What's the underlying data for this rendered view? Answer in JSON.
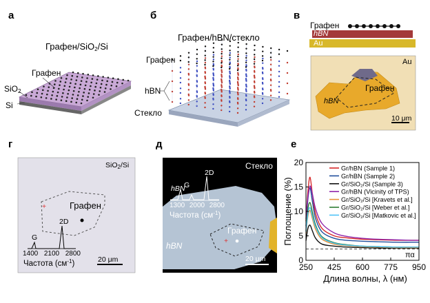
{
  "panels": {
    "a": {
      "letter": "а",
      "title": "Графен/SiO",
      "title_sub": "2",
      "title_tail": "/Si",
      "label_graphene": "Графен",
      "label_sio2": "SiO",
      "label_sio2_sub": "2",
      "label_si": "Si"
    },
    "b": {
      "letter": "б",
      "title": "Графен/hBN/стекло",
      "label_graphene": "Графен",
      "label_hbn": "hBN",
      "label_glass": "Стекло"
    },
    "c": {
      "letter": "в",
      "label_graphene": "Графен",
      "label_hbn": "hBN",
      "label_au": "Au",
      "image_au": "Au",
      "image_graphene": "Графен",
      "image_hbn": "hBN",
      "scalebar": "10 μm"
    },
    "d": {
      "letter": "г",
      "substrate": "SiO",
      "substrate_sub": "2",
      "substrate_tail": "/Si",
      "graphene": "Графен",
      "raman_2d": "2D",
      "raman_g": "G",
      "raman_ticks": [
        "1400",
        "2100",
        "2800"
      ],
      "freq_label": "Частота (см",
      "freq_sup": "-1",
      "freq_tail": ")",
      "scalebar": "20 μm"
    },
    "e": {
      "letter": "д",
      "substrate": "Стекло",
      "raman_hbn": "hBN",
      "raman_g": "G",
      "raman_2d": "2D",
      "raman_ticks": [
        "1300",
        "2000",
        "2800"
      ],
      "freq_label": "Частота (см",
      "freq_sup": "-1",
      "freq_tail": ")",
      "graphene": "Графен",
      "hbn": "hBN",
      "scalebar": "20 μm"
    },
    "f": {
      "letter": "е"
    }
  },
  "chart_data": {
    "type": "line",
    "xlabel": "Длина волны, λ (нм)",
    "ylabel": "Поглощение (%)",
    "xlim": [
      250,
      950
    ],
    "ylim": [
      0,
      20
    ],
    "xticks": [
      250,
      425,
      600,
      775,
      950
    ],
    "yticks": [
      0,
      5,
      10,
      15,
      20
    ],
    "pi_alpha_label": "πα",
    "pi_alpha_value": 2.3,
    "legend_position": "top-right",
    "series": [
      {
        "name": "Gr/hBN (Sample 1)",
        "color": "#d62728",
        "x": [
          250,
          262,
          275,
          290,
          310,
          350,
          425,
          500,
          600,
          700,
          800,
          900,
          950
        ],
        "y": [
          8.0,
          14.0,
          17.0,
          13.5,
          9.5,
          6.5,
          5.0,
          4.6,
          4.3,
          4.2,
          4.1,
          4.1,
          4.1
        ]
      },
      {
        "name": "Gr/hBN (Sample 2)",
        "color": "#1f4e9c",
        "x": [
          250,
          262,
          275,
          290,
          310,
          350,
          425,
          500,
          600,
          700,
          800,
          900,
          950
        ],
        "y": [
          7.0,
          12.5,
          14.8,
          12.0,
          8.5,
          5.8,
          4.5,
          4.1,
          3.9,
          3.8,
          3.7,
          3.7,
          3.7
        ]
      },
      {
        "name": "Gr/SiO₂/Si (Sample 3)",
        "color": "#111111",
        "x": [
          250,
          262,
          275,
          290,
          310,
          350,
          425,
          500,
          600,
          700,
          800,
          900,
          950
        ],
        "y": [
          4.0,
          6.5,
          7.2,
          6.0,
          4.5,
          3.3,
          2.9,
          2.7,
          2.6,
          2.5,
          2.5,
          2.5,
          2.5
        ]
      },
      {
        "name": "Gr/hBN (Vicinity of TPS)",
        "color": "#8e24aa",
        "x": [
          250,
          262,
          275,
          290,
          310,
          350,
          425,
          500,
          600,
          700,
          800,
          900,
          950
        ],
        "y": [
          8.5,
          13.0,
          15.2,
          13.5,
          10.5,
          7.5,
          5.6,
          4.9,
          4.5,
          4.3,
          4.2,
          4.1,
          4.1
        ]
      },
      {
        "name": "Gr/SiO₂/Si [Kravets et al.]",
        "color": "#e69138",
        "x": [
          250,
          262,
          275,
          290,
          310,
          350,
          425,
          500,
          600,
          700,
          800,
          900,
          950
        ],
        "y": [
          5.5,
          9.0,
          10.2,
          8.5,
          6.3,
          4.3,
          3.3,
          3.0,
          2.8,
          2.7,
          2.6,
          2.6,
          2.6
        ]
      },
      {
        "name": "Gr/SiO₂/Si [Weber et al.]",
        "color": "#2e7d32",
        "x": [
          250,
          262,
          275,
          290,
          310,
          350,
          425,
          500,
          600,
          700,
          800,
          900,
          950
        ],
        "y": [
          6.0,
          10.5,
          11.8,
          9.8,
          7.2,
          4.8,
          3.6,
          3.2,
          2.9,
          2.8,
          2.7,
          2.7,
          2.7
        ]
      },
      {
        "name": "Gr/SiO₂/Si [Matkovic et al.]",
        "color": "#4fc3f7",
        "x": [
          250,
          262,
          275,
          290,
          310,
          350,
          425,
          500,
          600,
          700,
          800,
          900,
          950
        ],
        "y": [
          5.8,
          9.5,
          10.8,
          9.0,
          6.8,
          4.6,
          3.5,
          3.1,
          2.9,
          2.8,
          2.7,
          2.7,
          2.7
        ]
      }
    ]
  }
}
